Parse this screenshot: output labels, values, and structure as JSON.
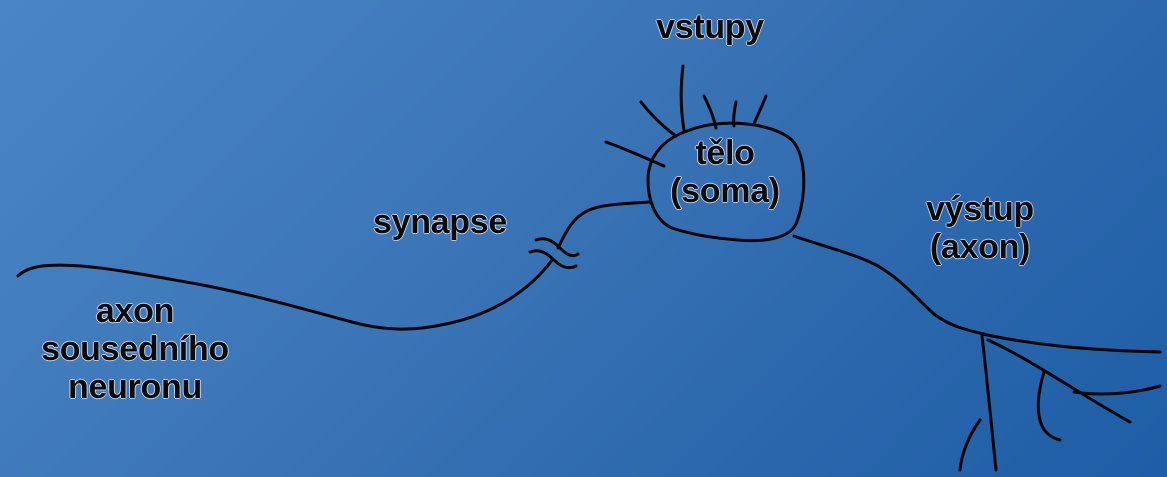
{
  "labels": {
    "inputs": "vstupy",
    "body_line1": "tělo",
    "body_line2": "(soma)",
    "synapse": "synapse",
    "output_line1": "výstup",
    "output_line2": "(axon)",
    "neighbor_line1": "axon",
    "neighbor_line2": "sousedního",
    "neighbor_line3": "neuronu"
  }
}
